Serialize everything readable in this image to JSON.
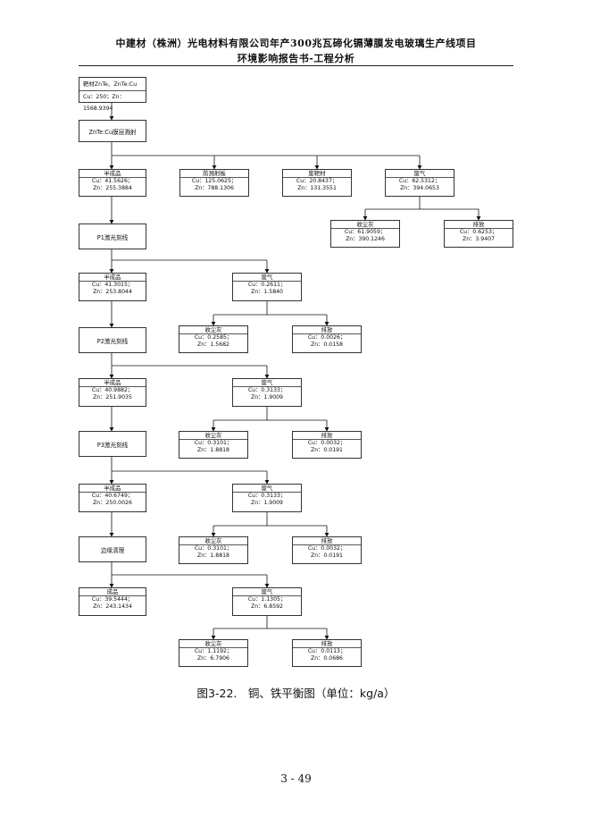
{
  "header": {
    "line1": "中建材（株洲）光电材料有限公司年产300兆瓦碲化镉薄膜发电玻璃生产线项目",
    "line2": "环境影响报告书-工程分析"
  },
  "nodes": {
    "target": {
      "label": "靶材ZnTe、ZnTe:Cu",
      "values": "Cu：250；Zn：1568.9394"
    },
    "sputter": {
      "label": "ZnTe:Cu膜层溅射"
    },
    "semi1": {
      "label": "半成品",
      "cu": "Cu：41.5626；",
      "zn": "Zn：255.3884"
    },
    "shield": {
      "label": "防溅射板",
      "cu": "Cu：125.0625；",
      "zn": "Zn：788.1306"
    },
    "waste_target": {
      "label": "废靶材",
      "cu": "Cu：20.8437；",
      "zn": "Zn：131.3551"
    },
    "gas1": {
      "label": "废气",
      "cu": "Cu：62.5312；",
      "zn": "Zn：394.0653"
    },
    "dust1": {
      "label": "收尘灰",
      "cu": "Cu：61.9059；",
      "zn": "Zn：390.1246"
    },
    "emit1": {
      "label": "排放",
      "cu": "Cu：0.6253；",
      "zn": "Zn：3.9407"
    },
    "p1": {
      "label": "P1激光刻线"
    },
    "semi2": {
      "label": "半成品",
      "cu": "Cu：41.3015；",
      "zn": "Zn：253.8044"
    },
    "gas2": {
      "label": "废气",
      "cu": "Cu：0.2611；",
      "zn": "Zn：1.5840"
    },
    "dust2": {
      "label": "收尘灰",
      "cu": "Cu：0.2585；",
      "zn": "Zn：1.5682"
    },
    "emit2": {
      "label": "排放",
      "cu": "Cu：0.0026；",
      "zn": "Zn：0.0158"
    },
    "p2": {
      "label": "P2激光刻线"
    },
    "semi3": {
      "label": "半成品",
      "cu": "Cu：40.9882；",
      "zn": "Zn：251.9035"
    },
    "gas3": {
      "label": "废气",
      "cu": "Cu：0.3133；",
      "zn": "Zn：1.9009"
    },
    "dust3": {
      "label": "收尘灰",
      "cu": "Cu：0.3101；",
      "zn": "Zn：1.8818"
    },
    "emit3": {
      "label": "排放",
      "cu": "Cu：0.0032；",
      "zn": "Zn：0.0191"
    },
    "p3": {
      "label": "P3激光刻线"
    },
    "semi4": {
      "label": "半成品",
      "cu": "Cu：40.6749；",
      "zn": "Zn：250.0026"
    },
    "gas4": {
      "label": "废气",
      "cu": "Cu：0.3133；",
      "zn": "Zn：1.9009"
    },
    "dust4": {
      "label": "收尘灰",
      "cu": "Cu：0.3101；",
      "zn": "Zn：1.8818"
    },
    "emit4": {
      "label": "排放",
      "cu": "Cu：0.0032；",
      "zn": "Zn：0.0191"
    },
    "edge": {
      "label": "边缘清理"
    },
    "product": {
      "label": "成品",
      "cu": "Cu：39.5444；",
      "zn": "Zn：243.1434"
    },
    "gas5": {
      "label": "废气",
      "cu": "Cu：1.1305；",
      "zn": "Zn：6.8592"
    },
    "dust5": {
      "label": "收尘灰",
      "cu": "Cu：1.1192；",
      "zn": "Zn：6.7906"
    },
    "emit5": {
      "label": "排放",
      "cu": "Cu：0.0113；",
      "zn": "Zn：0.0686"
    }
  },
  "caption": "图3-22.　铜、铁平衡图（单位：kg/a）",
  "page_number": "3 - 49"
}
